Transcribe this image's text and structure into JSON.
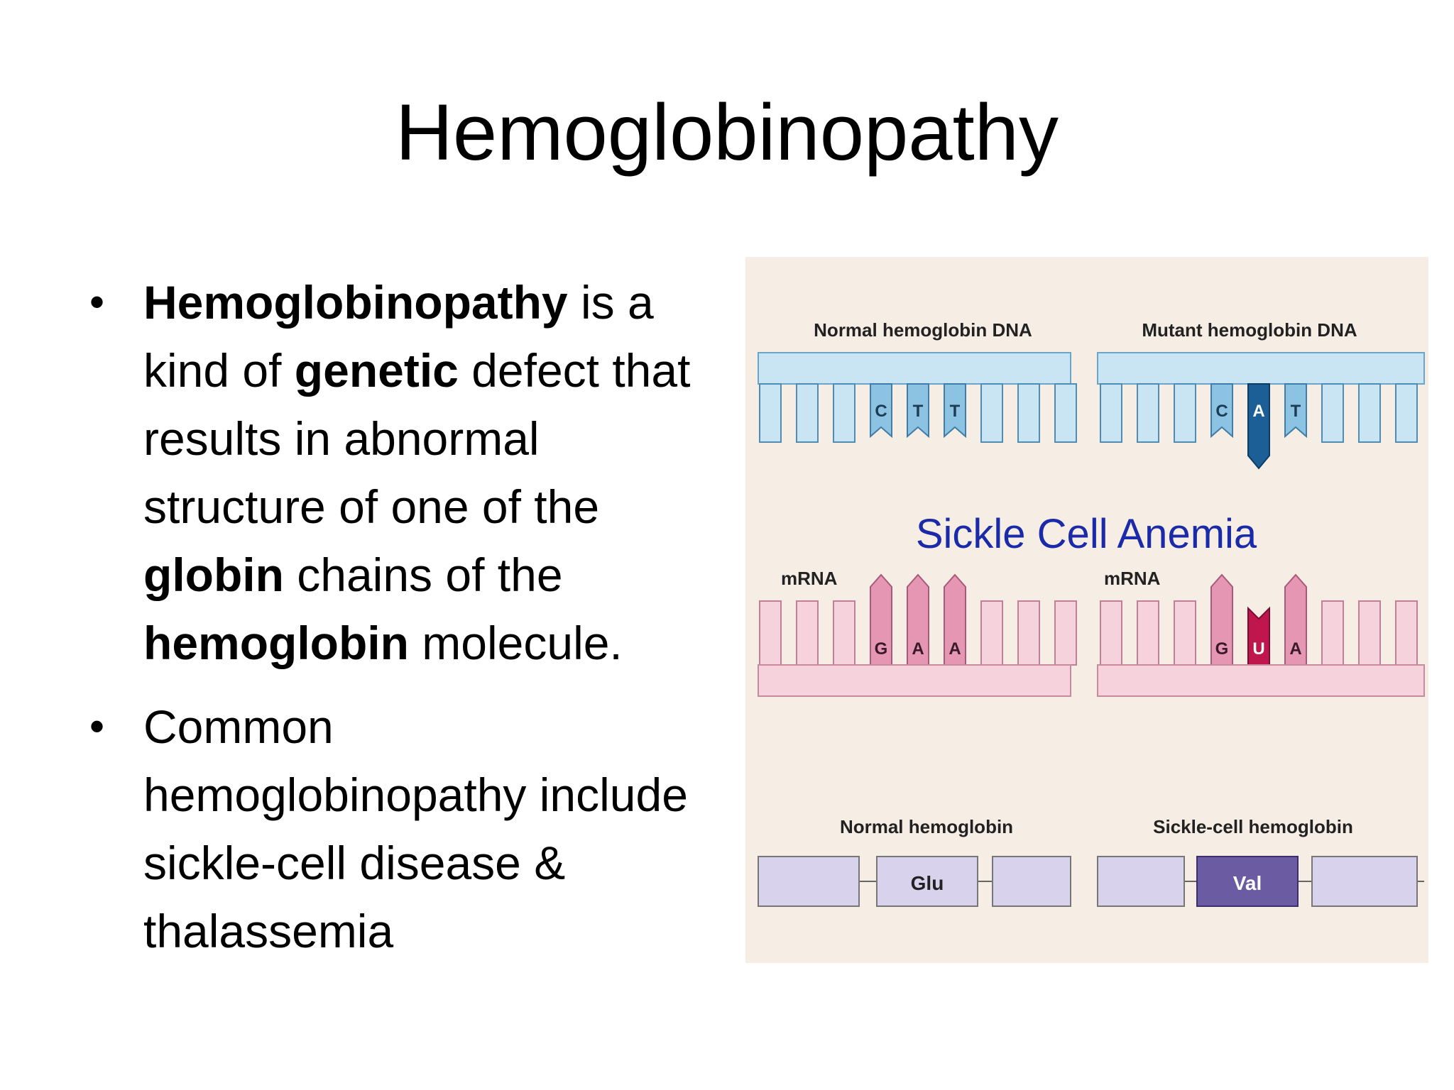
{
  "slide": {
    "title": "Hemoglobinopathy",
    "bullet1": {
      "t1": "Hemoglobinopathy",
      "t2": " is a kind of ",
      "t3": "genetic",
      "t4": " defect that results in abnormal structure of one of the ",
      "t5": "globin",
      "t6": " chains of the ",
      "t7": "hemoglobin",
      "t8": " molecule."
    },
    "bullet2": "Common hemoglobinopathy include sickle-cell disease & thalassemia"
  },
  "diagram": {
    "center_title": "Sickle Cell Anemia",
    "normal_dna_label": "Normal hemoglobin DNA",
    "mutant_dna_label": "Mutant hemoglobin DNA",
    "mrna_label_left": "mRNA",
    "mrna_label_right": "mRNA",
    "normal_dna_bases": [
      "C",
      "T",
      "T"
    ],
    "mutant_dna_bases": [
      "C",
      "A",
      "T"
    ],
    "normal_mrna_bases": [
      "G",
      "A",
      "A"
    ],
    "mutant_mrna_bases": [
      "G",
      "U",
      "A"
    ],
    "normal_hb_label": "Normal hemoglobin",
    "sickle_hb_label": "Sickle-cell hemoglobin",
    "normal_amino_acid": "Glu",
    "sickle_amino_acid": "Val",
    "colors": {
      "dna_light": "#c9e4f3",
      "dna_base": "#8cc3e3",
      "dna_mutant": "#1c5f96",
      "mrna_light": "#f6d2dd",
      "mrna_base": "#e596b2",
      "mrna_mutant": "#c0164e",
      "protein_light": "#d9d2ec",
      "protein_mutant": "#6b5ba3",
      "title_blue": "#1a2aa8",
      "panel_bg": "#f6eee5"
    }
  }
}
